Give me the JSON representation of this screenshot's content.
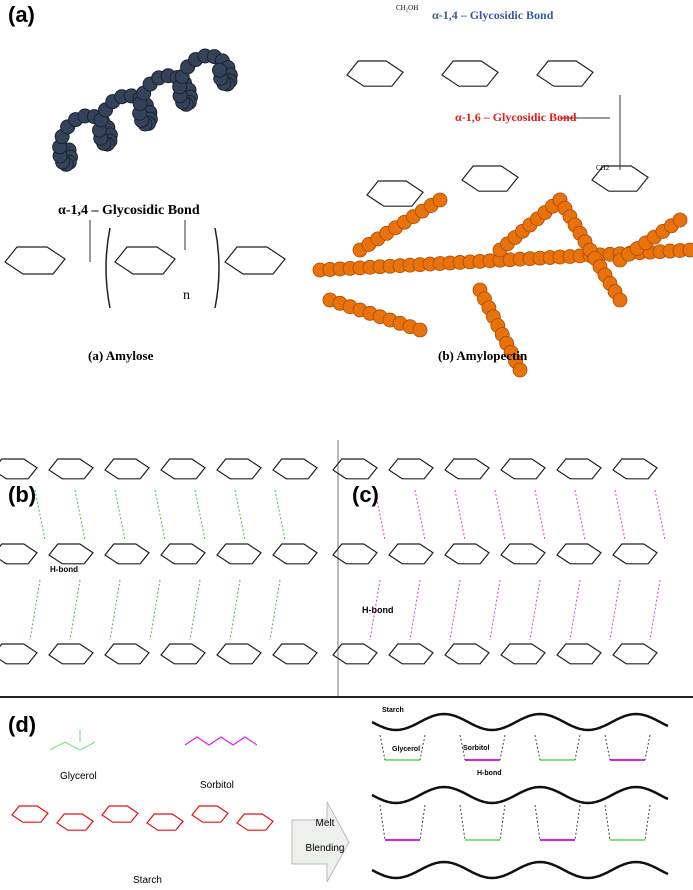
{
  "panel_a": {
    "label": "(a)",
    "amylose": {
      "bond_label": "α-1,4 – Glycosidic Bond",
      "repeat": "n",
      "caption": "(a) Amylose",
      "helix_color": "#34435a"
    },
    "amylopectin": {
      "bond14_label": "α-1,4 – Glycosidic Bond",
      "bond16_label": "α-1,6 – Glycosidic Bond",
      "caption": "(b) Amylopectin",
      "bond14_color": "#3b5b9a",
      "bond16_color": "#e0201c",
      "chain_color": "#e8720c",
      "ch2oh": "CH₂OH",
      "ch2": "CH2"
    }
  },
  "panel_b": {
    "label": "(b)",
    "hbond": "H-bond",
    "hbond_color": "#3cc43c"
  },
  "panel_c": {
    "label": "(c)",
    "hbond": "H-bond",
    "hbond_color": "#e040d0"
  },
  "panel_d": {
    "label": "(d)",
    "glycerol": "Glycerol",
    "sorbitol": "Sorbitol",
    "starch": "Starch",
    "arrow_line1": "Melt",
    "arrow_line2": "Blending",
    "scheme": {
      "starch": "Starch",
      "glycerol": "Glycerol",
      "sorbitol": "Sorbitol",
      "hbond": "H-bond"
    },
    "glycerol_color": "#7ee07e",
    "sorbitol_color": "#e020e0",
    "starch_color": "#e81010"
  }
}
